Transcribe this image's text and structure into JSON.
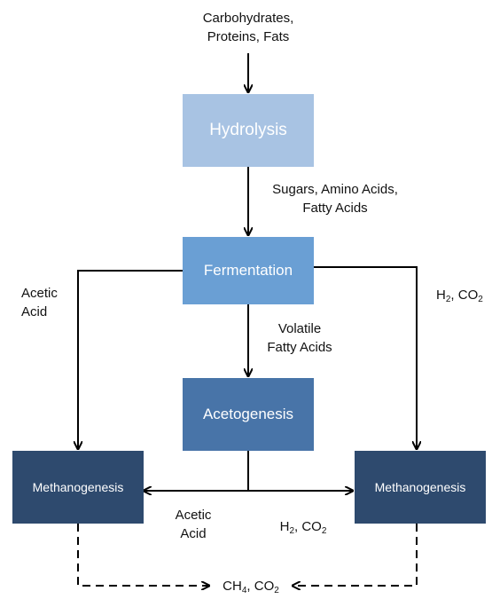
{
  "colors": {
    "hydrolysis": "#a8c3e3",
    "fermentation": "#6a9fd4",
    "acetogenesis": "#4874a8",
    "methanogenesis": "#2e4a6e",
    "line": "#000000"
  },
  "input": {
    "line1": "Carbohydrates,",
    "line2": "Proteins, Fats"
  },
  "stages": {
    "hydrolysis": "Hydrolysis",
    "fermentation": "Fermentation",
    "acetogenesis": "Acetogenesis",
    "methanogenesis_left": "Methanogenesis",
    "methanogenesis_right": "Methanogenesis"
  },
  "edges": {
    "hydrolysis_products": {
      "line1": "Sugars, Amino Acids,",
      "line2": "Fatty Acids"
    },
    "left_acetic": {
      "line1": "Acetic",
      "line2": "Acid"
    },
    "right_h2": {
      "prefix": "H",
      "sub": "2",
      "suffix": ", CO",
      "sub2": "2"
    },
    "vfa": {
      "line1": "Volatile",
      "line2": "Fatty Acids"
    },
    "bottom_acetic": {
      "line1": "Acetic",
      "line2": "Acid"
    },
    "bottom_h2": {
      "prefix": "H",
      "sub": "2",
      "suffix": ", CO",
      "sub2": "2"
    }
  },
  "output": {
    "prefix": "CH",
    "sub": "4",
    "suffix": ", CO",
    "sub2": "2"
  }
}
